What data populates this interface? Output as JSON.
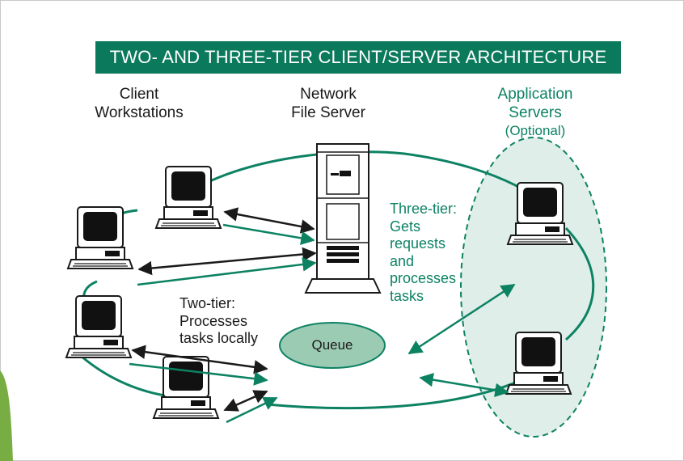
{
  "title": "TWO- AND THREE-TIER CLIENT/SERVER ARCHITECTURE",
  "labels": {
    "client_workstations": [
      "Client",
      "Workstations"
    ],
    "network_file_server": [
      "Network",
      "File Server"
    ],
    "application_servers": [
      "Application",
      "Servers"
    ],
    "optional": "(Optional)",
    "three_tier": [
      "Three-tier:",
      "Gets",
      "requests",
      "and",
      "processes",
      "tasks"
    ],
    "two_tier": [
      "Two-tier:",
      "Processes",
      "tasks locally"
    ],
    "queue": "Queue"
  },
  "colors": {
    "accent_green": "#0b7a5c",
    "line_green": "#0d8263",
    "ellipse_fill": "#dfeee9",
    "queue_fill": "#9ccbb4",
    "black": "#1a1a1a"
  }
}
